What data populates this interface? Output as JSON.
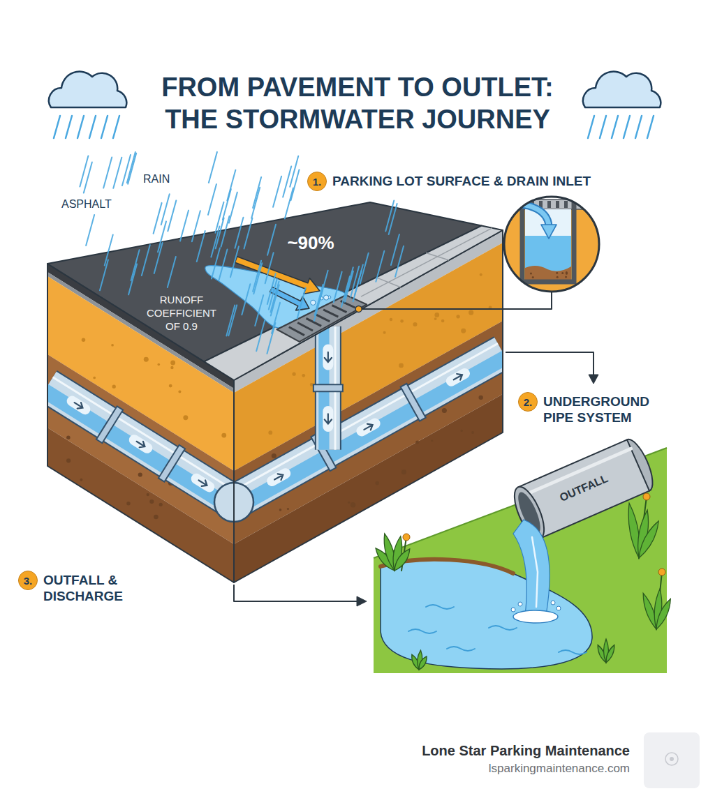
{
  "diagram": {
    "title": "FROM PAVEMENT TO OUTLET: THE STORMWATER JOURNEY",
    "nodes": [
      {
        "text": [
          "1.",
          "PARKING LOT SURFACE & DRAIN INLET"
        ]
      },
      {
        "text": [
          "2.",
          "UNDERGROUND PIPE SYSTEM"
        ]
      },
      {
        "text": [
          "3.",
          "OUTFALL & DISCHARGE"
        ]
      }
    ],
    "labels": [
      "RAIN",
      "ASPHALT",
      "~90%",
      "RUNOFF COEFFICIENT OF 0.9",
      "OUTFALL",
      "Lone Star Parking Maintenance",
      "lsparkingmaintenance.com"
    ]
  }
}
